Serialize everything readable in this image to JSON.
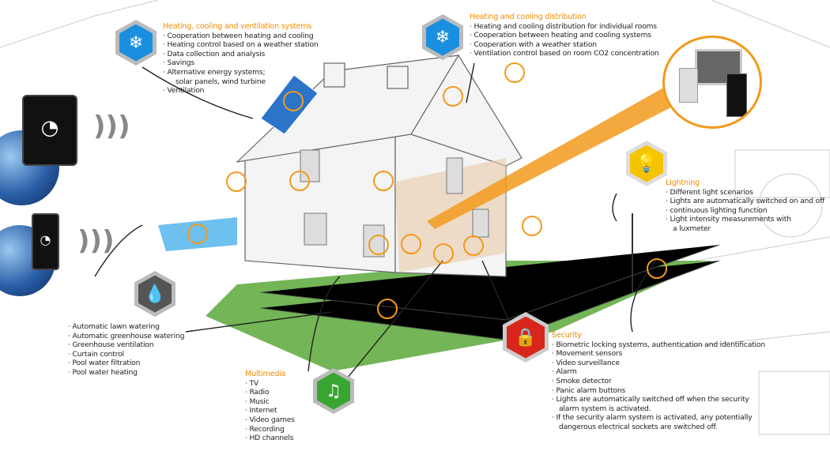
{
  "hvac": {
    "title": "Heating, cooling and ventilation systems",
    "items": [
      "Cooperation between heating and cooling",
      "Heating control based on a weather station",
      "Data collection and analysis",
      "Savings",
      "Alternative energy systems;",
      "solar panels, wind turbine",
      "Ventilation"
    ]
  },
  "distribution": {
    "title": "Heating and cooling distribution",
    "items": [
      "Heating and cooling distribution for individual rooms",
      "Cooperation between heating and cooling systems",
      "Cooperation with a weather station",
      "Ventilation control based on room CO2 concentration"
    ]
  },
  "lighting": {
    "title": "Lightning",
    "items": [
      "Different light scenarios",
      "Lights are automatically switched on and off",
      "continuous lighting function",
      "Light intensity measurements with",
      "a luxmeter"
    ]
  },
  "security": {
    "title": "Security",
    "items": [
      "Biometric locking systems, authentication and identification",
      "Movement sensors",
      "Video surveillance",
      "Alarm",
      "Smoke detector",
      "Panic alarm buttons",
      "Lights are automatically switched off when the security",
      "alarm system is activated.",
      "If the security alarm system is activated, any potentially",
      "dangerous electrical sockets are switched off."
    ]
  },
  "multimedia": {
    "title": "Multimedia",
    "items": [
      "TV",
      "Radio",
      "Music",
      "Internet",
      "Video games",
      "Recording",
      "HD channels"
    ]
  },
  "watering": {
    "items": [
      "Automatic lawn watering",
      "Automatic greenhouse watering",
      "Greenhouse ventilation",
      "Curtain control",
      "Pool water filtration",
      "Pool water heating"
    ]
  },
  "colors": {
    "accent": "#f28c00",
    "hvac": "#1a8fe0",
    "lighting": "#f5c400",
    "security": "#d8261c",
    "multimedia": "#3aa632",
    "watering": "#555555"
  }
}
